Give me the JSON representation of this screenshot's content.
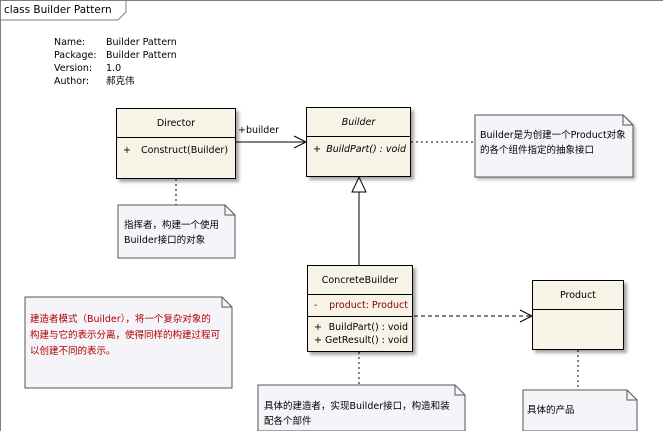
{
  "frame_title": "class Builder Pattern",
  "metadata": [
    {
      "key": "Name:",
      "value": "Builder Pattern"
    },
    {
      "key": "Package:",
      "value": "Builder Pattern"
    },
    {
      "key": "Version:",
      "value": "1.0"
    },
    {
      "key": "Author:",
      "value": "郝克伟"
    }
  ],
  "classes": {
    "director": {
      "name": "Director",
      "ops": [
        {
          "vis": "+",
          "sig": "Construct(Builder)"
        }
      ]
    },
    "builder": {
      "name": "Builder",
      "ops": [
        {
          "vis": "+",
          "sig": "BuildPart() : void"
        }
      ]
    },
    "concrete_builder": {
      "name": "ConcreteBuilder",
      "attrs": [
        {
          "vis": "-",
          "sig": "product:  Product"
        }
      ],
      "ops": [
        {
          "vis": "+",
          "sig": "BuildPart() : void"
        },
        {
          "vis": "+",
          "sig": "GetResult() : void"
        }
      ]
    },
    "product": {
      "name": "Product"
    }
  },
  "association_label": "+builder",
  "notes": {
    "builder_note": [
      "Builder是为创建一个Product对象",
      "的各个组件指定的抽象接口"
    ],
    "director_note": [
      "指挥者，构建一个使用",
      "Builder接口的对象"
    ],
    "pattern_note": [
      "建造者模式（Builder），将一个复杂对象的",
      "构建与它的表示分离，使得同样的构建过程可",
      "以创建不同的表示。"
    ],
    "concrete_note": [
      "具体的建造者，实现Builder接口，构造和装",
      "配各个部件"
    ],
    "product_note": [
      "具体的产品"
    ]
  },
  "colors": {
    "class_fill": "#f7f3e6",
    "note_fill": "#f5f4f8",
    "pattern_text": "#b00000"
  }
}
